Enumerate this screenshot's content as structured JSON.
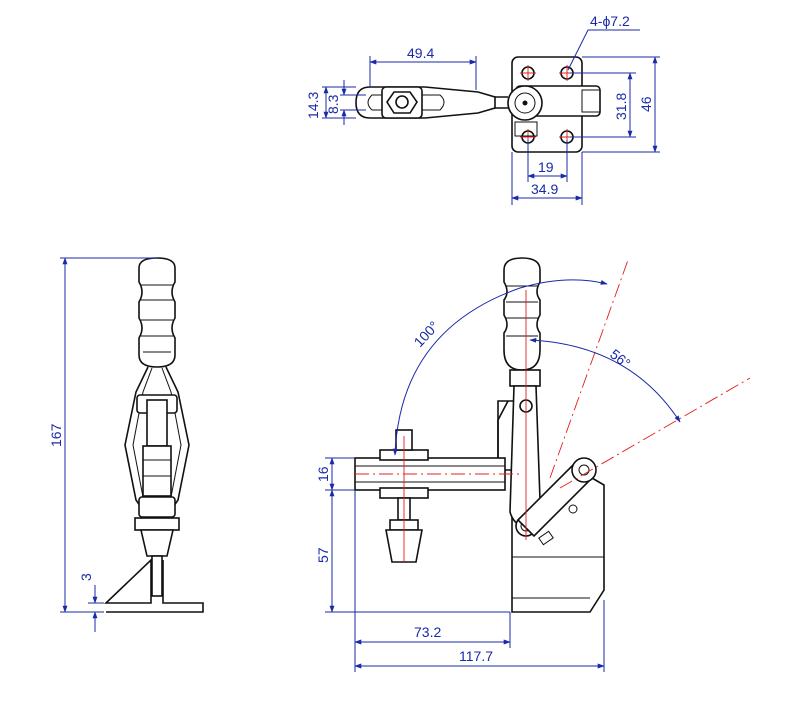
{
  "dimensions": {
    "hole_spec": "4-ϕ7.2",
    "bar_length": "49.4",
    "bar_outer": "14.3",
    "bar_inner": "8.3",
    "base_hole_spacing_v": "31.8",
    "base_height": "46",
    "base_hole_spacing_h": "19",
    "base_width": "34.9",
    "overall_height": "167",
    "base_thickness": "3",
    "bar_thickness": "16",
    "spindle_height": "57",
    "reach": "73.2",
    "overall_length": "117.7",
    "angle_open": "100°",
    "angle_handle": "56°"
  },
  "colors": {
    "dimension": "#1a2aa8",
    "centerline": "#e02020",
    "outline": "#111111"
  }
}
